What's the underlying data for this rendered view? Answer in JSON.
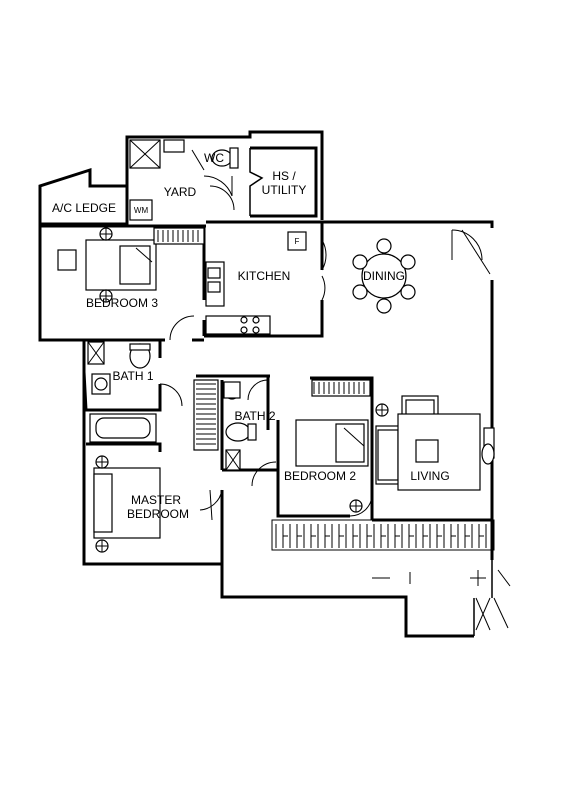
{
  "rooms": {
    "wc": "WC",
    "hs_utility_line1": "HS /",
    "hs_utility_line2": "UTILITY",
    "yard": "YARD",
    "ac_ledge": "A/C LEDGE",
    "wm": "WM",
    "kitchen": "KITCHEN",
    "fridge": "F",
    "dining": "DINING",
    "bedroom3": "BEDROOM 3",
    "bath1": "BATH 1",
    "bath2": "BATH 2",
    "bedroom2": "BEDROOM 2",
    "living": "LIVING",
    "master_line1": "MASTER",
    "master_line2": "BEDROOM"
  }
}
